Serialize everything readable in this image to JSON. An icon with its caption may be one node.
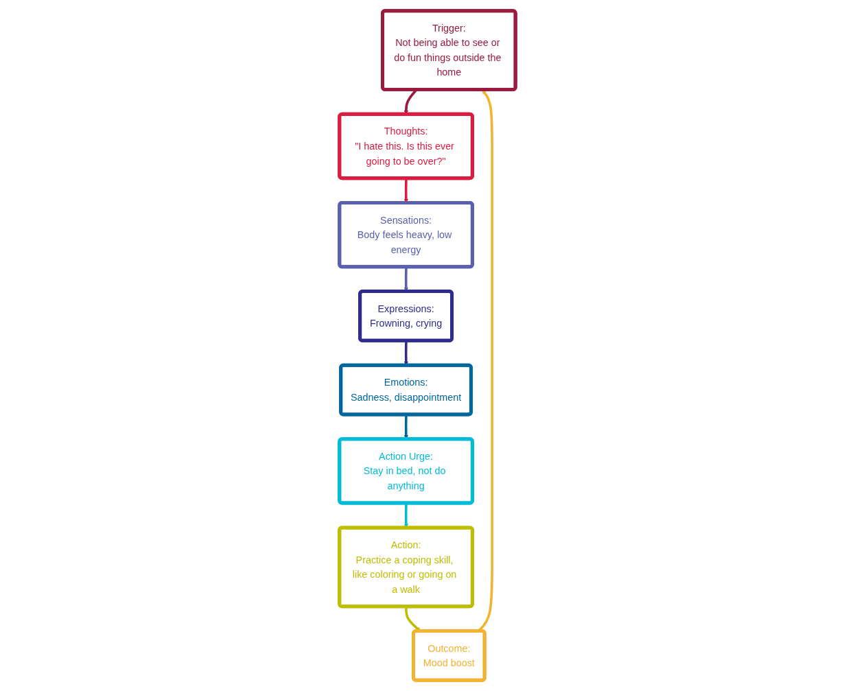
{
  "diagram": {
    "nodes": [
      {
        "text": [
          "Trigger:",
          "Not being able to see or do fun things outside the home"
        ]
      },
      {
        "text": [
          "Thoughts:",
          "\"I hate this. Is this ever going to be over?\""
        ]
      },
      {
        "text": [
          "Sensations:",
          "Body feels heavy, low energy"
        ]
      },
      {
        "text": [
          "Expressions:",
          "Frowning, crying"
        ]
      },
      {
        "text": [
          "Emotions:",
          "Sadness, disappointment"
        ]
      },
      {
        "text": [
          "Action Urge:",
          "Stay in bed, not do anything"
        ]
      },
      {
        "text": [
          "Action:",
          "Practice a coping skill, like coloring or going on a walk"
        ]
      },
      {
        "text": [
          "Outcome:",
          "Mood boost"
        ]
      }
    ],
    "edges": [
      {
        "from": 0,
        "to": 1,
        "arrow": "to",
        "color": "#9b1b3f"
      },
      {
        "from": 1,
        "to": 2,
        "arrow": "to",
        "color": "#d91c3f"
      },
      {
        "from": 2,
        "to": 3,
        "arrow": "to",
        "color": "#5a5fae"
      },
      {
        "from": 3,
        "to": 4,
        "arrow": "to",
        "color": "#2e2c8c"
      },
      {
        "from": 4,
        "to": 5,
        "arrow": "to",
        "color": "#00679e"
      },
      {
        "from": 5,
        "to": 6,
        "arrow": "to",
        "color": "#00bcd8"
      },
      {
        "from": 6,
        "to": 7,
        "arrow": "to",
        "color": "#bfbd00"
      },
      {
        "from": 7,
        "to": 0,
        "arrow": "to",
        "color": "#f3b230"
      }
    ]
  }
}
